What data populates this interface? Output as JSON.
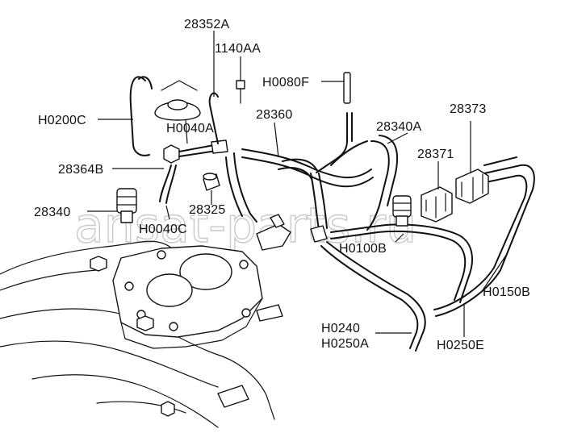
{
  "diagram": {
    "watermark": "ansat-parts.ru",
    "callouts": [
      {
        "id": "28352A",
        "text": "28352A"
      },
      {
        "id": "1140AA",
        "text": "1140AA"
      },
      {
        "id": "H0080F",
        "text": "H0080F"
      },
      {
        "id": "H0200C",
        "text": "H0200C"
      },
      {
        "id": "H0040A",
        "text": "H0040A"
      },
      {
        "id": "28360",
        "text": "28360"
      },
      {
        "id": "28340A",
        "text": "28340A"
      },
      {
        "id": "28373",
        "text": "28373"
      },
      {
        "id": "28371",
        "text": "28371"
      },
      {
        "id": "28364B",
        "text": "28364B"
      },
      {
        "id": "28340",
        "text": "28340"
      },
      {
        "id": "28325",
        "text": "28325"
      },
      {
        "id": "H0040C",
        "text": "H0040C"
      },
      {
        "id": "H0100B",
        "text": "H0100B"
      },
      {
        "id": "H0150B",
        "text": "H0150B"
      },
      {
        "id": "H0240",
        "text": "H0240"
      },
      {
        "id": "H0250A",
        "text": "H0250A"
      },
      {
        "id": "H0250E",
        "text": "H0250E"
      }
    ]
  }
}
